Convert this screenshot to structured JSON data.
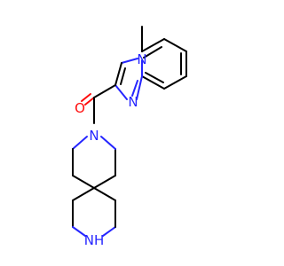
{
  "molecule": {
    "atoms": {
      "n_pyridine": "N",
      "n_imidazole": "N",
      "n_amide": "N",
      "n_amine": "NH",
      "o_carbonyl": "O",
      "methyl": ""
    },
    "colors": {
      "bond": "#000000",
      "nitrogen": "#2626ff",
      "oxygen": "#ff0d0d",
      "background": "#ffffff"
    }
  }
}
